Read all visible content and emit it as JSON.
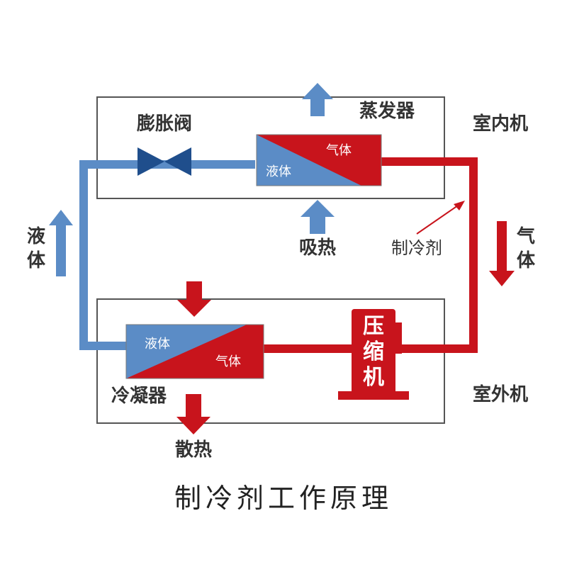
{
  "title": "制冷剂工作原理",
  "labels": {
    "expansion_valve": "膨胀阀",
    "evaporator": "蒸发器",
    "indoor_unit": "室内机",
    "outdoor_unit": "室外机",
    "condenser": "冷凝器",
    "compressor": "压缩机",
    "compressor_lines": [
      "压",
      "缩",
      "机"
    ],
    "absorb_heat": "吸热",
    "release_heat": "散热",
    "refrigerant": "制冷剂",
    "liquid_left": [
      "液",
      "体"
    ],
    "gas_right": [
      "气",
      "体"
    ],
    "evap_liquid": "液体",
    "evap_gas": "气体",
    "cond_liquid": "液体",
    "cond_gas": "气体"
  },
  "colors": {
    "liquid_blue": "#5b8cc6",
    "gas_red": "#c8141c",
    "valve_blue": "#1f4e8c",
    "box_border": "#555555"
  }
}
